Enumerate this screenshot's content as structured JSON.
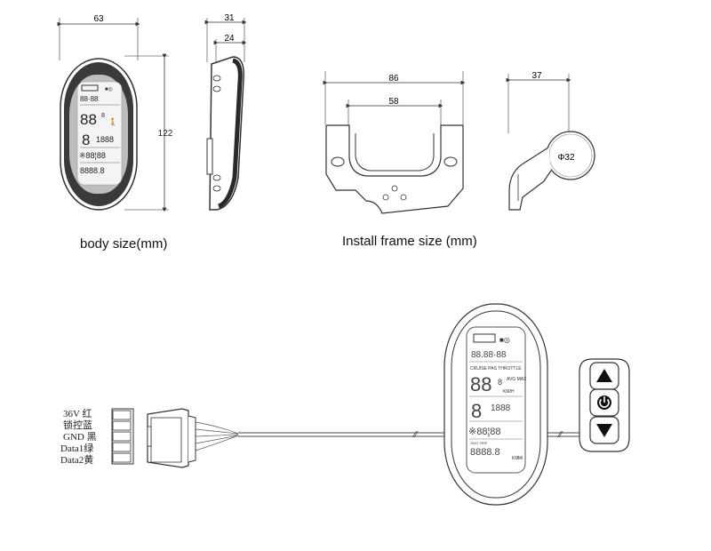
{
  "dimensions": {
    "body_width": "63",
    "body_depth_outer": "31",
    "body_depth_inner": "24",
    "body_height": "122",
    "frame_width_outer": "86",
    "frame_width_inner": "58",
    "clamp_depth": "37",
    "clamp_diameter": "Φ32"
  },
  "captions": {
    "body_size": "body size(mm)",
    "install_frame_size": "Install frame size (mm)"
  },
  "display_labels": {
    "cruise_pas_throttle": "CRUISE PAS THROTTLE",
    "avg_max": "AVG MAX",
    "km_h": "KM/H",
    "km": "KM",
    "mi": "Mi"
  },
  "wires": [
    {
      "voltage": "36V",
      "name_cn": "红"
    },
    {
      "voltage": "锁控",
      "name_cn": "蓝"
    },
    {
      "voltage": "GND",
      "name_cn": "黑"
    },
    {
      "voltage": "Data1",
      "name_cn": "绿"
    },
    {
      "voltage": "Data2",
      "name_cn": "黄"
    }
  ],
  "icons": [
    "up-arrow-icon",
    "power-icon",
    "down-arrow-icon",
    "battery-icon",
    "headlight-icon"
  ]
}
